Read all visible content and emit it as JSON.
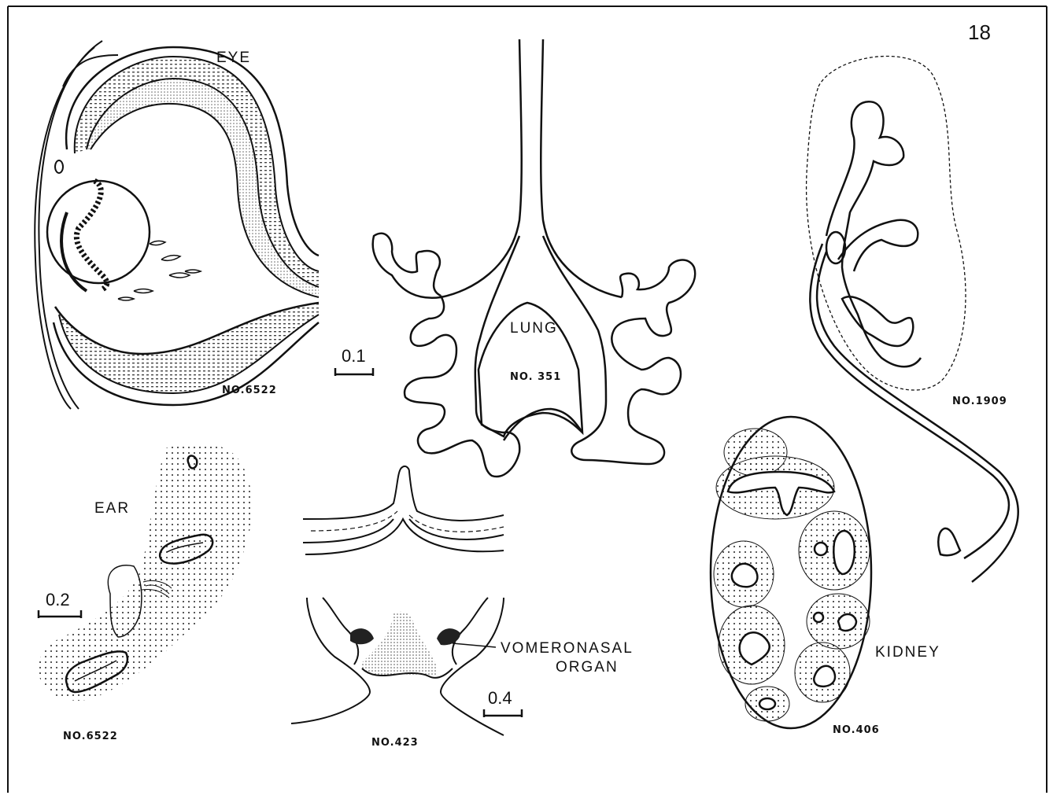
{
  "page_number": "18",
  "eye": {
    "label": "EYE",
    "specimen": "NO.6522"
  },
  "lung": {
    "label": "LUNG",
    "specimen": "NO. 351",
    "scale": "0.1"
  },
  "upper_right": {
    "specimen": "NO.1909"
  },
  "ear": {
    "label": "EAR",
    "specimen": "NO.6522",
    "scale": "0.2"
  },
  "vomeronasal": {
    "label_line1": "VOMERONASAL",
    "label_line2": "ORGAN",
    "specimen": "NO.423",
    "scale": "0.4"
  },
  "kidney": {
    "label": "KIDNEY",
    "specimen": "NO.406"
  },
  "colors": {
    "ink": "#111111",
    "paper": "#ffffff"
  }
}
